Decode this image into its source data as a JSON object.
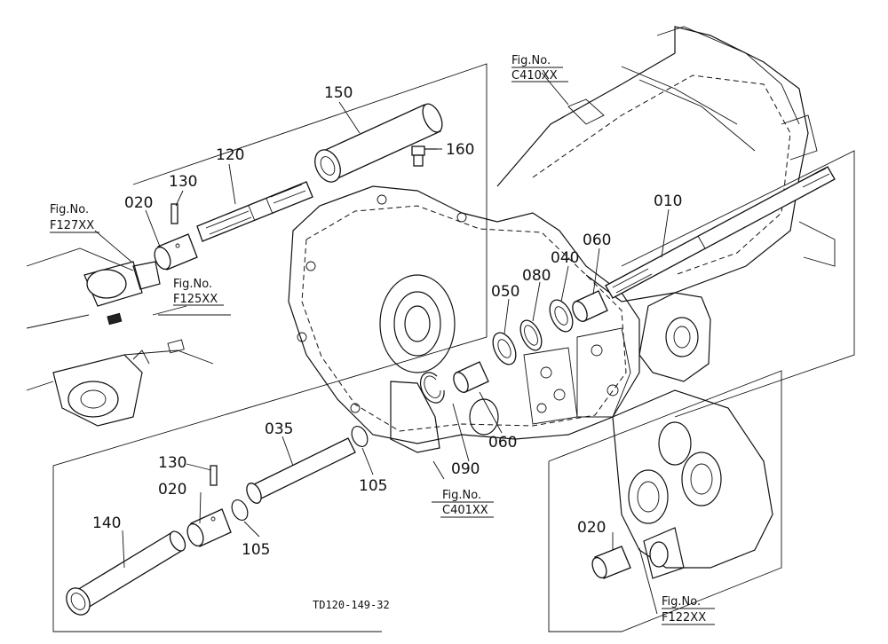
{
  "drawing_code": "TD120-149-32",
  "part_labels": {
    "p010": "010",
    "p020_top": "020",
    "p020_bottom": "020",
    "p020_right": "020",
    "p035": "035",
    "p040": "040",
    "p050": "050",
    "p060_top": "060",
    "p060_mid": "060",
    "p080": "080",
    "p090": "090",
    "p105_a": "105",
    "p105_b": "105",
    "p120": "120",
    "p130_top": "130",
    "p130_bottom": "130",
    "p140": "140",
    "p150": "150",
    "p160": "160"
  },
  "figure_refs": {
    "prefix": "Fig.No.",
    "c410": "C410XX",
    "f127": "F127XX",
    "f125": "F125XX",
    "c401": "C401XX",
    "f122": "F122XX"
  }
}
